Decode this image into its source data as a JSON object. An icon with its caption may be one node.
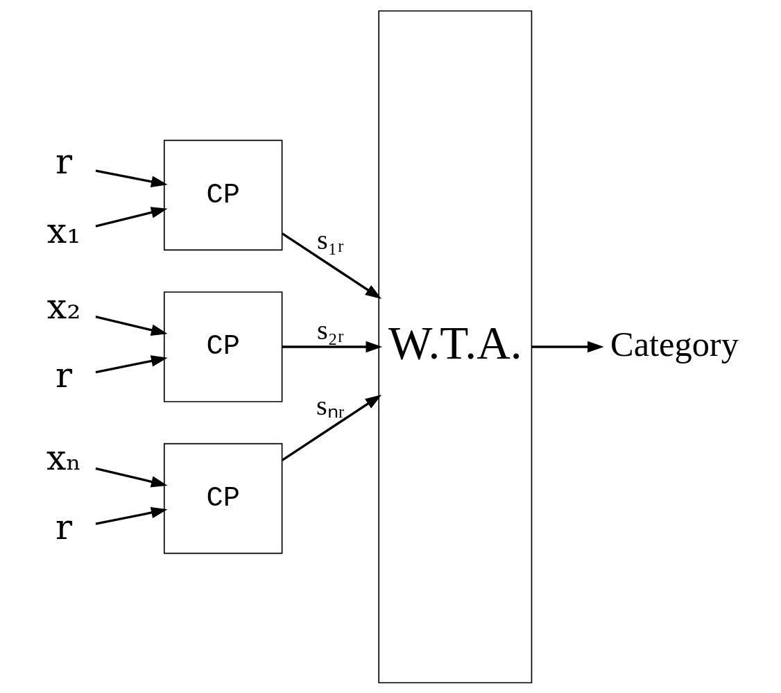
{
  "diagram": {
    "nodes": [
      {
        "text": [
          "r"
        ]
      },
      {
        "text": [
          "x₁"
        ]
      },
      {
        "text": [
          "CP"
        ]
      },
      {
        "text": [
          "r"
        ]
      },
      {
        "text": [
          "x₂"
        ]
      },
      {
        "text": [
          "CP"
        ]
      },
      {
        "text": [
          "r"
        ]
      },
      {
        "text": [
          "xₙ"
        ]
      },
      {
        "text": [
          "CP"
        ]
      },
      {
        "text": [
          "W.T.A."
        ]
      },
      {
        "text": [
          "Category"
        ]
      }
    ],
    "edges": [
      {
        "from": 0,
        "to": 2,
        "arrow": "to"
      },
      {
        "from": 1,
        "to": 2,
        "arrow": "to"
      },
      {
        "from": 3,
        "to": 5,
        "arrow": "to"
      },
      {
        "from": 4,
        "to": 5,
        "arrow": "to"
      },
      {
        "from": 6,
        "to": 8,
        "arrow": "to"
      },
      {
        "from": 7,
        "to": 8,
        "arrow": "to"
      },
      {
        "from": 2,
        "to": 9,
        "arrow": "to",
        "label": "s₁ᵣ"
      },
      {
        "from": 5,
        "to": 9,
        "arrow": "to",
        "label": "s₂ᵣ"
      },
      {
        "from": 8,
        "to": 9,
        "arrow": "to",
        "label": "sₙᵣ"
      },
      {
        "from": 9,
        "to": 10,
        "arrow": "to"
      }
    ]
  }
}
